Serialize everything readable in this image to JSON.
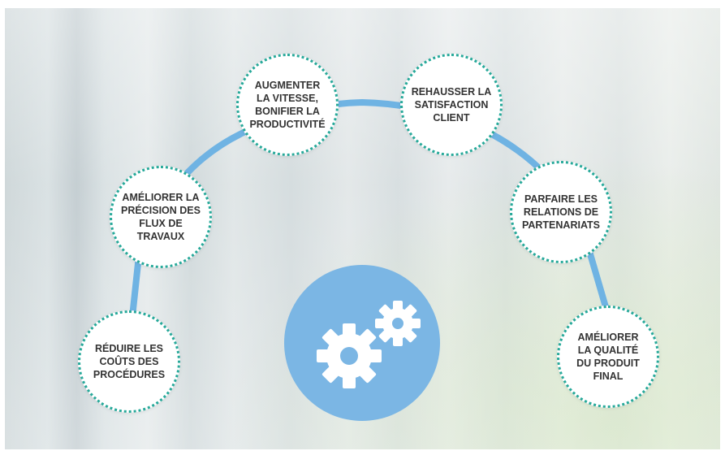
{
  "diagram": {
    "nodes": [
      {
        "id": "reduire-couts",
        "label": "RÉDUIRE LES\nCOÛTS DES\nPROCÉDURES"
      },
      {
        "id": "ameliorer-precision",
        "label": "AMÉLIORER LA\nPRÉCISION DES\nFLUX DE\nTRAVAUX"
      },
      {
        "id": "augmenter-vitesse",
        "label": "AUGMENTER\nLA VITESSE,\nBONIFIER LA\nPRODUCTIVITÉ"
      },
      {
        "id": "rehausser-satisfaction",
        "label": "REHAUSSER LA\nSATISFACTION\nCLIENT"
      },
      {
        "id": "parfaire-relations",
        "label": "PARFAIRE LES\nRELATIONS DE\nPARTENARIATS"
      },
      {
        "id": "ameliorer-qualite",
        "label": "AMÉLIORER\nLA QUALITÉ\nDU PRODUIT\nFINAL"
      }
    ],
    "hub_icon": "gears-icon",
    "colors": {
      "arc": "#6fb3e3",
      "hub": "#7bb6e4",
      "node_border": "#27a99a",
      "node_fill": "#ffffff",
      "text": "#333333"
    }
  }
}
